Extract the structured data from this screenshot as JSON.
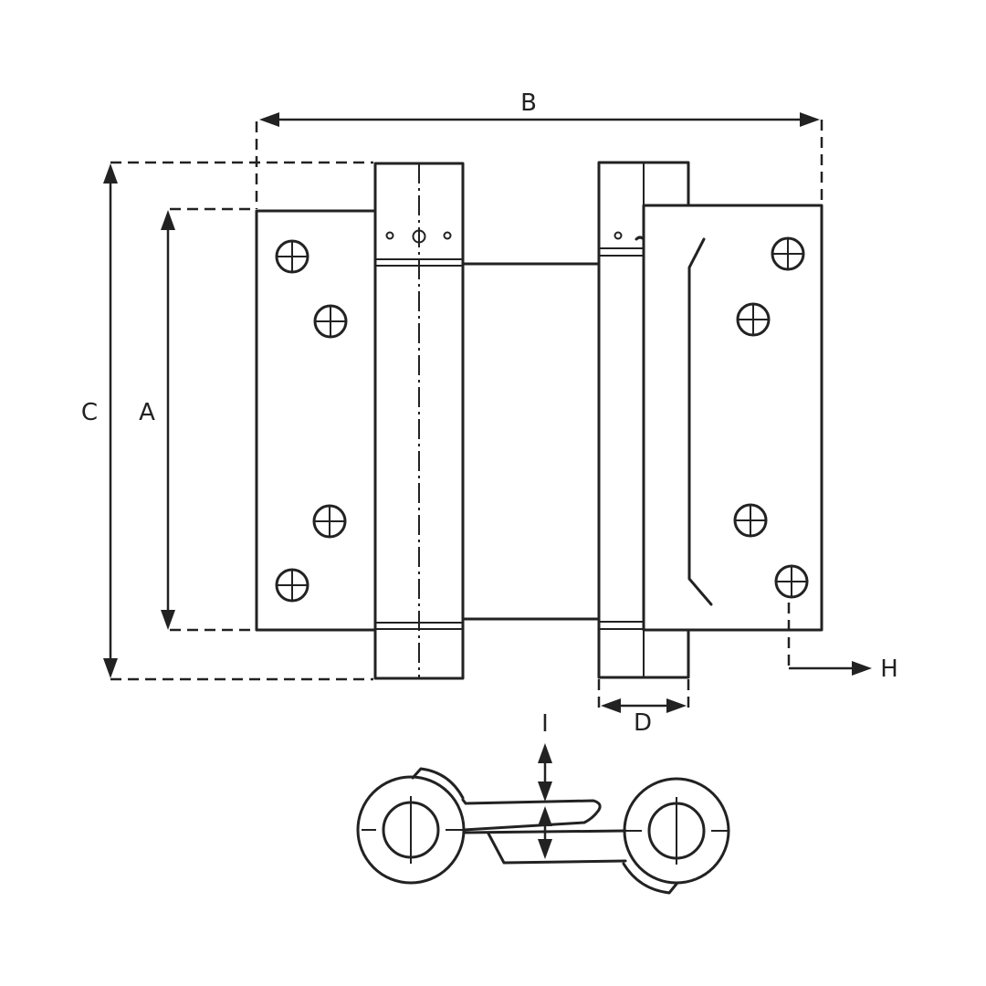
{
  "dimensions": {
    "A": "A",
    "B": "B",
    "C": "C",
    "D": "D",
    "H": "H",
    "I": "I"
  },
  "colors": {
    "line": "#222222",
    "background": "#ffffff"
  }
}
